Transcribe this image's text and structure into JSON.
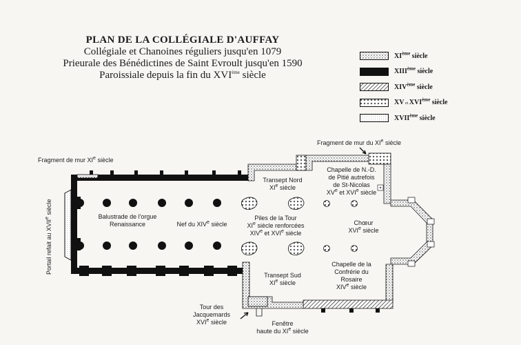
{
  "title": {
    "line1": "PLAN DE LA COLLÉGIALE D'AUFFAY",
    "line2": "Collégiale et Chanoines réguliers jusqu'en 1079",
    "line3": "Prieurale des Bénédictines de Saint Evroult jusqu'en 1590",
    "line4_pre": "Paroissiale depuis la fin du XVI",
    "line4_sup": "ème",
    "line4_post": " siècle"
  },
  "legend": [
    {
      "pattern": "dots",
      "roman": "XI",
      "sup": "ème",
      "word": " siècle"
    },
    {
      "pattern": "solid",
      "roman": "XIII",
      "sup": "ème",
      "word": " siècle"
    },
    {
      "pattern": "hatch",
      "roman": "XIV",
      "sup": "ème",
      "word": " siècle"
    },
    {
      "pattern": "cross",
      "roman": "XV",
      "mid": " et ",
      "roman2": "XVI",
      "sup": "ème",
      "word": " siècle"
    },
    {
      "pattern": "stipple",
      "roman": "XVII",
      "sup": "ème",
      "word": " siècle"
    }
  ],
  "labels": {
    "fragment_left": {
      "pre": "Fragment de mur XI",
      "sup": "e",
      "post": " siècle"
    },
    "fragment_right": {
      "pre": "Fragment de mur du XI",
      "sup": "e",
      "post": " siècle"
    },
    "portail": {
      "pre": "Portail refait au XVII",
      "sup": "e",
      "post": " siècle"
    },
    "transept_nord": {
      "l1": "Transept Nord",
      "l2pre": "XI",
      "l2sup": "e",
      "l2post": " siècle"
    },
    "chapelle_nd": {
      "l1": "Chapelle de N.-D.",
      "l2": "de Pitié autrefois",
      "l3": "de St-Nicolas",
      "l4a": "XV",
      "l4asup": "e",
      "l4mid": " et XVI",
      "l4bsup": "e",
      "l4post": " siècle"
    },
    "balustrade": {
      "l1": "Balustrade de l'orgue",
      "l2": "Renaissance"
    },
    "nef": {
      "pre": "Nef du XIV",
      "sup": "e",
      "post": " siècle"
    },
    "piles": {
      "l1": "Piles de la Tour",
      "l2pre": "XI",
      "l2sup": "e",
      "l2post": " siècle renforcées",
      "l3a": "XIV",
      "l3asup": "e",
      "l3mid": " et XVI",
      "l3bsup": "e",
      "l3post": " siècle"
    },
    "choeur": {
      "l1": "Chœur",
      "l2pre": "XVI",
      "l2sup": "e",
      "l2post": " siècle"
    },
    "transept_sud": {
      "l1": "Transept Sud",
      "l2pre": "XI",
      "l2sup": "e",
      "l2post": " siècle"
    },
    "chapelle_confrerie": {
      "l1": "Chapelle de la",
      "l2": "Confrérie du",
      "l3": "Rosaire",
      "l4pre": "XIV",
      "l4sup": "e",
      "l4post": " siècle"
    },
    "tour_jacquemards": {
      "l1": "Tour des",
      "l2": "Jacquemards",
      "l3pre": "XVI",
      "l3sup": "e",
      "l3post": " siècle"
    },
    "fenetre": {
      "l1": "Fenêtre",
      "l2pre": "haute du XI",
      "l2sup": "e",
      "l2post": " siècle"
    }
  },
  "colors": {
    "ink": "#1a1a1a",
    "paper": "#f7f6f3"
  }
}
